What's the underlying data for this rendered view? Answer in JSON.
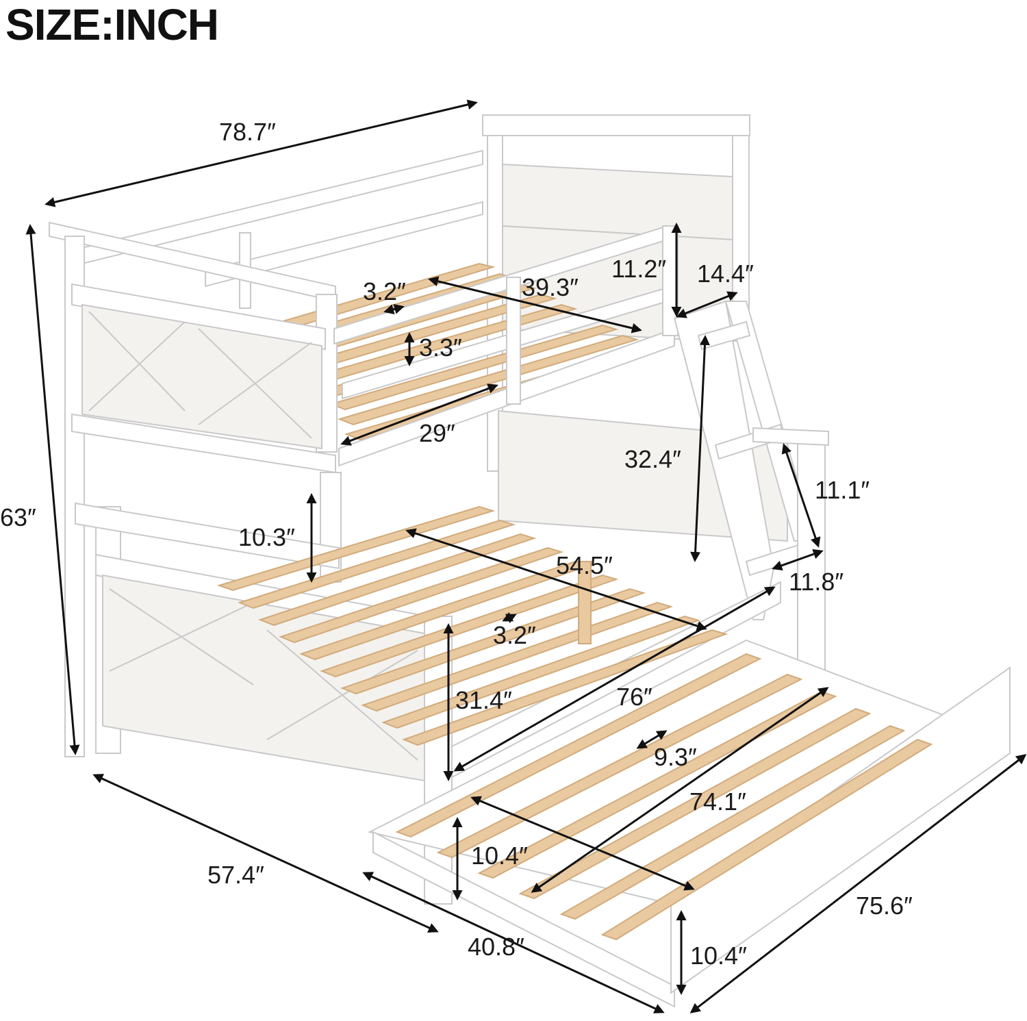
{
  "title": "SIZE:INCH",
  "colors": {
    "frame": "#ffffff",
    "frame_stroke": "#c9c9c9",
    "panel": "#f4f2ef",
    "slat": "#e9c9a0",
    "slat_stroke": "#d1ab7c",
    "arrow": "#111111"
  },
  "dimensions": {
    "overall_length": "78.7″",
    "overall_height": "63″",
    "overall_width": "57.4″",
    "top_guardrail_length": "39.3″",
    "top_rail_gap": "3.2″",
    "top_rail_spacing": "3.3″",
    "top_bed_width": "29″",
    "guardrail_height": "11.2″",
    "ladder_width": "14.4″",
    "ladder_height": "32.4″",
    "ladder_step_spacing": "11.1″",
    "ladder_depth": "11.8″",
    "bottom_clearance": "10.3″",
    "bottom_bed_length": "54.5″",
    "bottom_slat_gap": "3.2″",
    "bottom_bed_height": "31.4″",
    "bottom_bed_diagonal": "76″",
    "trundle_slat_gap": "9.3″",
    "trundle_length": "74.1″",
    "trundle_inner_height": "10.4″",
    "trundle_width": "40.8″",
    "trundle_outer_length": "75.6″",
    "trundle_front_height": "10.4″"
  }
}
